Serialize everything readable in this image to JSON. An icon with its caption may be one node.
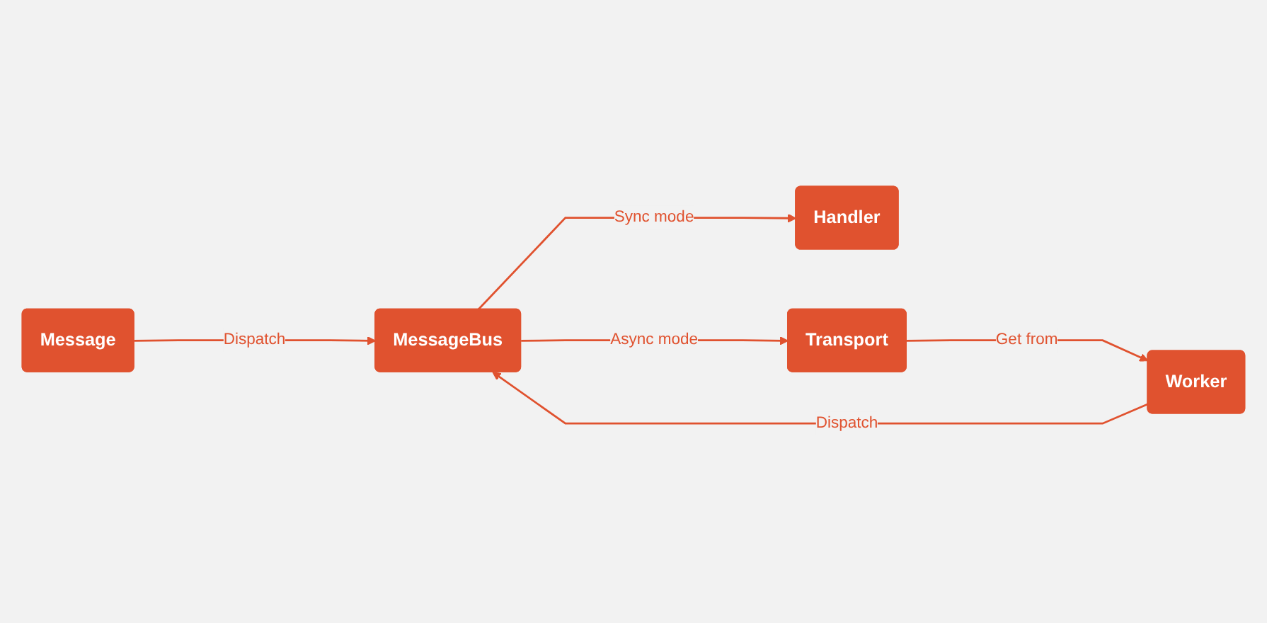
{
  "diagram": {
    "nodes": [
      {
        "text": [
          "Message"
        ]
      },
      {
        "text": [
          "MessageBus"
        ]
      },
      {
        "text": [
          "Handler"
        ]
      },
      {
        "text": [
          "Worker"
        ]
      },
      {
        "text": [
          "Transport"
        ]
      }
    ],
    "edges": [
      {
        "from": 0,
        "to": 1,
        "arrow": "to",
        "label": "Dispatch"
      },
      {
        "from": 1,
        "to": 2,
        "arrow": "to",
        "label": "Sync mode"
      },
      {
        "from": 1,
        "to": 4,
        "arrow": "to",
        "label": "Async mode"
      },
      {
        "from": 4,
        "to": 3,
        "arrow": "to",
        "label": "Get from"
      },
      {
        "from": 3,
        "to": 1,
        "arrow": "to",
        "label": "Dispatch"
      }
    ]
  }
}
